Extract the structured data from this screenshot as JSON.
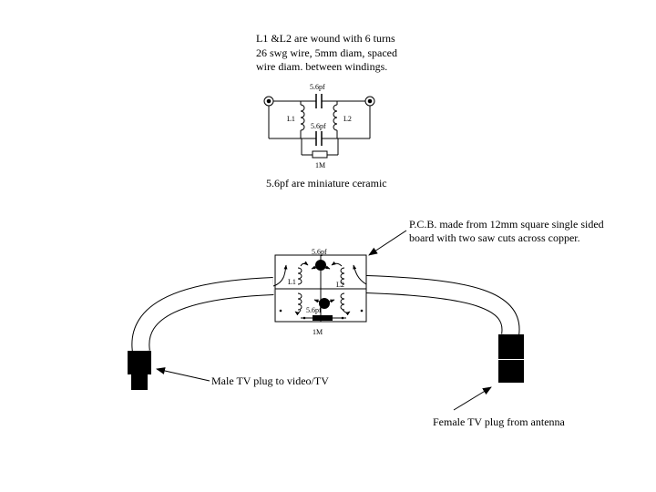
{
  "notes": {
    "winding_line1": "L1 &L2 are wound with 6 turns",
    "winding_line2": "26 swg wire, 5mm diam, spaced",
    "winding_line3": "wire diam. between windings.",
    "cap_note": "5.6pf are miniature ceramic",
    "pcb_line1": "P.C.B. made from 12mm square single sided",
    "pcb_line2": "board with two saw cuts across copper.",
    "male_plug": "Male TV plug to video/TV",
    "female_plug": "Female TV plug from antenna"
  },
  "schematic": {
    "cap_top": "5.6pf",
    "cap_mid": "5.6pf",
    "inductor_left": "L1",
    "inductor_right": "L2",
    "resistor": "1M"
  },
  "pcb": {
    "cap_top": "5.6pf",
    "cap_bottom": "5.6pf",
    "inductor_left": "L1",
    "inductor_right": "L2",
    "resistor": "1M"
  }
}
